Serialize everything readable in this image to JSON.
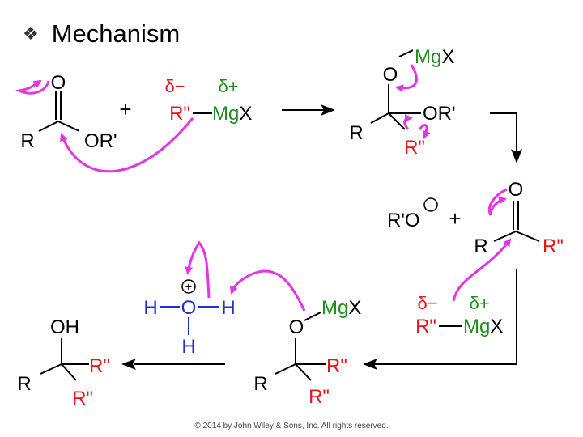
{
  "heading": {
    "bullet": "❖",
    "title": "Mechanism"
  },
  "colors": {
    "black": "#000000",
    "red": "#e8141b",
    "green": "#1e8e1e",
    "blue": "#1f2fd1",
    "magenta": "#e533e5"
  },
  "labels": {
    "O": "O",
    "R": "R",
    "ORp": "OR'",
    "Rpp": "R\"",
    "Mg": "Mg",
    "X": "X",
    "plus": "+",
    "delta_minus": "δ−",
    "delta_plus": "δ+",
    "RpO": "R'O",
    "neg": "−",
    "pos": "+",
    "H": "H",
    "OH": "OH"
  },
  "footer": {
    "copyright": "© 2014 by John Wiley & Sons, Inc. All rights reserved."
  }
}
